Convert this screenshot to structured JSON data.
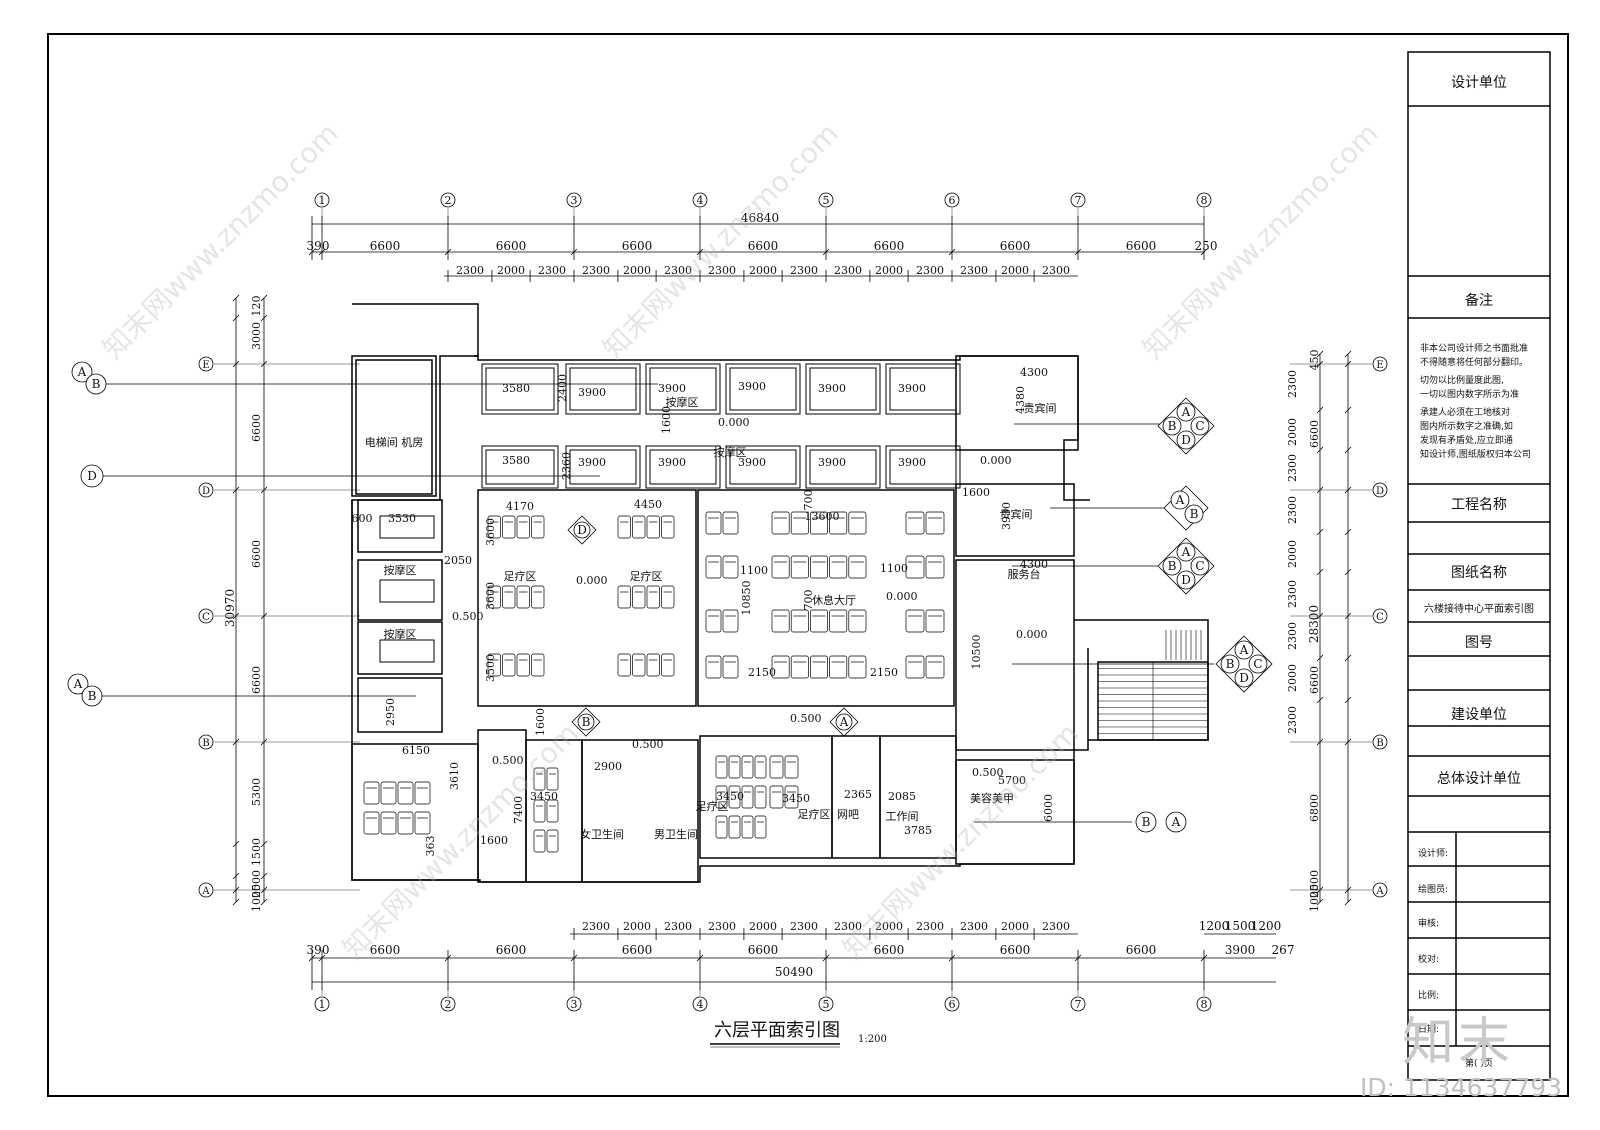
{
  "plan": {
    "title": "六层平面索引图",
    "scale": "1:200",
    "axis_numbers": [
      "1",
      "2",
      "3",
      "4",
      "5",
      "6",
      "7",
      "8"
    ],
    "axis_letters_left": [
      "E",
      "D",
      "C",
      "B",
      "A"
    ],
    "total_top": "46840",
    "total_bottom": "50490",
    "total_left": "30970",
    "total_right": "28300",
    "top_dims": [
      "390",
      "6600",
      "6600",
      "6600",
      "6600",
      "6600",
      "6600",
      "6600",
      "250"
    ],
    "top_sub_dims": [
      "2300",
      "2000",
      "2300",
      "2300",
      "2000",
      "2300",
      "2300",
      "2000",
      "2300",
      "2300",
      "2000",
      "2300",
      "2300",
      "2000",
      "2300"
    ],
    "bottom_dims": [
      "390",
      "6600",
      "6600",
      "6600",
      "6600",
      "6600",
      "6600",
      "6600",
      "3900",
      "267"
    ],
    "bottom_sub_dims": [
      "2300",
      "2000",
      "2300",
      "2300",
      "2000",
      "2300",
      "2300",
      "2000",
      "2300",
      "2300",
      "2000",
      "2300"
    ],
    "bottom_right_dims": [
      "1200",
      "1500",
      "1200"
    ],
    "left_dims": [
      "3000",
      "120",
      "6600",
      "6600",
      "6600",
      "5300",
      "1500",
      "2500",
      "1000"
    ],
    "right_dims": [
      "450",
      "2300",
      "2000",
      "2300",
      "2300",
      "2000",
      "2300",
      "2300",
      "2000",
      "2300",
      "6600",
      "6600",
      "6800",
      "2500",
      "1000"
    ],
    "rooms": {
      "elevator": "电梯间 机房",
      "massage1": "按摩区",
      "massage2": "按摩区",
      "massage_top": "按摩区",
      "massage_mid": "按摩区",
      "foot1": "足疗区",
      "foot2": "足疗区",
      "foot3": "足疗区",
      "foot4": "足疗区",
      "lounge": "休息大厅",
      "vip1": "贵宾间",
      "vip2": "贵宾间",
      "service": "服务台",
      "women_wc": "女卫生间",
      "men_wc": "男卫生间",
      "netbar": "网吧",
      "workroom": "工作间",
      "beauty": "美容美甲"
    },
    "room_dims": {
      "r3580a": "3580",
      "r3900a": "3900",
      "r3900b": "3900",
      "r3900c": "3900",
      "r3900d": "3900",
      "r3900e": "3900",
      "r3580b": "3580",
      "r3900f": "3900",
      "r3900g": "3900",
      "r3900h": "3900",
      "r3900i": "3900",
      "r3900j": "3900",
      "d2400": "2400",
      "d2360": "2360",
      "d1600a": "1600",
      "d4300a": "4300",
      "d4380": "4380",
      "d4170": "4170",
      "d4450": "4450",
      "d13600": "13600",
      "d700a": "700",
      "d3530": "3530",
      "d600": "600",
      "d3600a": "3600",
      "d3600b": "3600",
      "d3500": "3500",
      "d2050": "2050",
      "d1100a": "1100",
      "d1100b": "1100",
      "d10850": "10850",
      "d700b": "700",
      "d2150a": "2150",
      "d2150b": "2150",
      "d1600b": "1600",
      "d3930": "3930",
      "d4300b": "4300",
      "d10500": "10500",
      "d2950": "2950",
      "d6150": "6150",
      "d3610": "3610",
      "d7400": "7400",
      "d3450a": "3450",
      "d2900": "2900",
      "d3450b": "3450",
      "d3450c": "3450",
      "d2365": "2365",
      "d2085": "2085",
      "d3785": "3785",
      "d5700": "5700",
      "d6000": "6000",
      "d1600c": "1600",
      "d1600d": "1600",
      "d3630": "363"
    },
    "levels": {
      "l1": "0.000",
      "l2": "0.000",
      "l3": "0.000",
      "l4": "0.000",
      "l5": "0.000",
      "l6": "0.500",
      "l7": "0.500",
      "l8": "0.500",
      "l9": "0.500",
      "l10": "0.500"
    },
    "section_marks": [
      "A",
      "B",
      "C",
      "D"
    ]
  },
  "titleblock": {
    "design_unit": "设计单位",
    "notes_title": "备注",
    "notes": [
      "非本公司设计师之书面批准",
      "不得随意将任何部分翻印。",
      "切勿以比例量度此图,",
      "一切以图内数字所示为准",
      "承建人必须在工地核对",
      "图内所示数字之准确,如",
      "发现有矛盾处,应立即通",
      "知设计师,图纸版权归本公司"
    ],
    "project_name": "工程名称",
    "drawing_name": "图纸名称",
    "drawing_name_value": "六楼接待中心平面索引图",
    "drawing_no": "图号",
    "client": "建设单位",
    "general_design": "总体设计单位",
    "designer": "设计师:",
    "drafter": "绘图员:",
    "reviewer": "审核:",
    "checker": "校对:",
    "scale": "比例:",
    "date": "日期:",
    "page": "第(    )页"
  },
  "watermark": {
    "logo": "知末",
    "id": "ID: 1134637793",
    "site": "知末网www.znzmo.com"
  }
}
